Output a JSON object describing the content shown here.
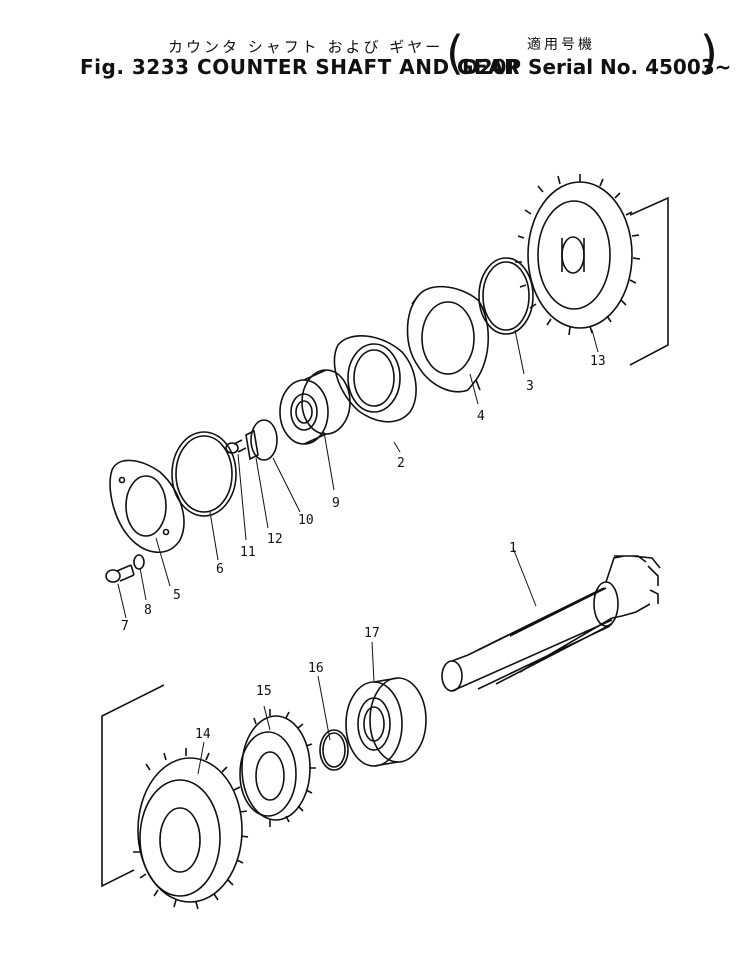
{
  "header": {
    "title_jp": "カウンタ シャフト および ギヤー",
    "applicable_jp": "適用号機",
    "fig_title": "Fig. 3233 COUNTER SHAFT AND GEAR",
    "model_serial": "D20P  Serial No. 45003~"
  },
  "parts": {
    "p1": "1",
    "p2": "2",
    "p3": "3",
    "p4": "4",
    "p5": "5",
    "p6": "6",
    "p7": "7",
    "p8": "8",
    "p9": "9",
    "p10": "10",
    "p11": "11",
    "p12": "12",
    "p13": "13",
    "p14": "14",
    "p15": "15",
    "p16": "16",
    "p17": "17"
  }
}
